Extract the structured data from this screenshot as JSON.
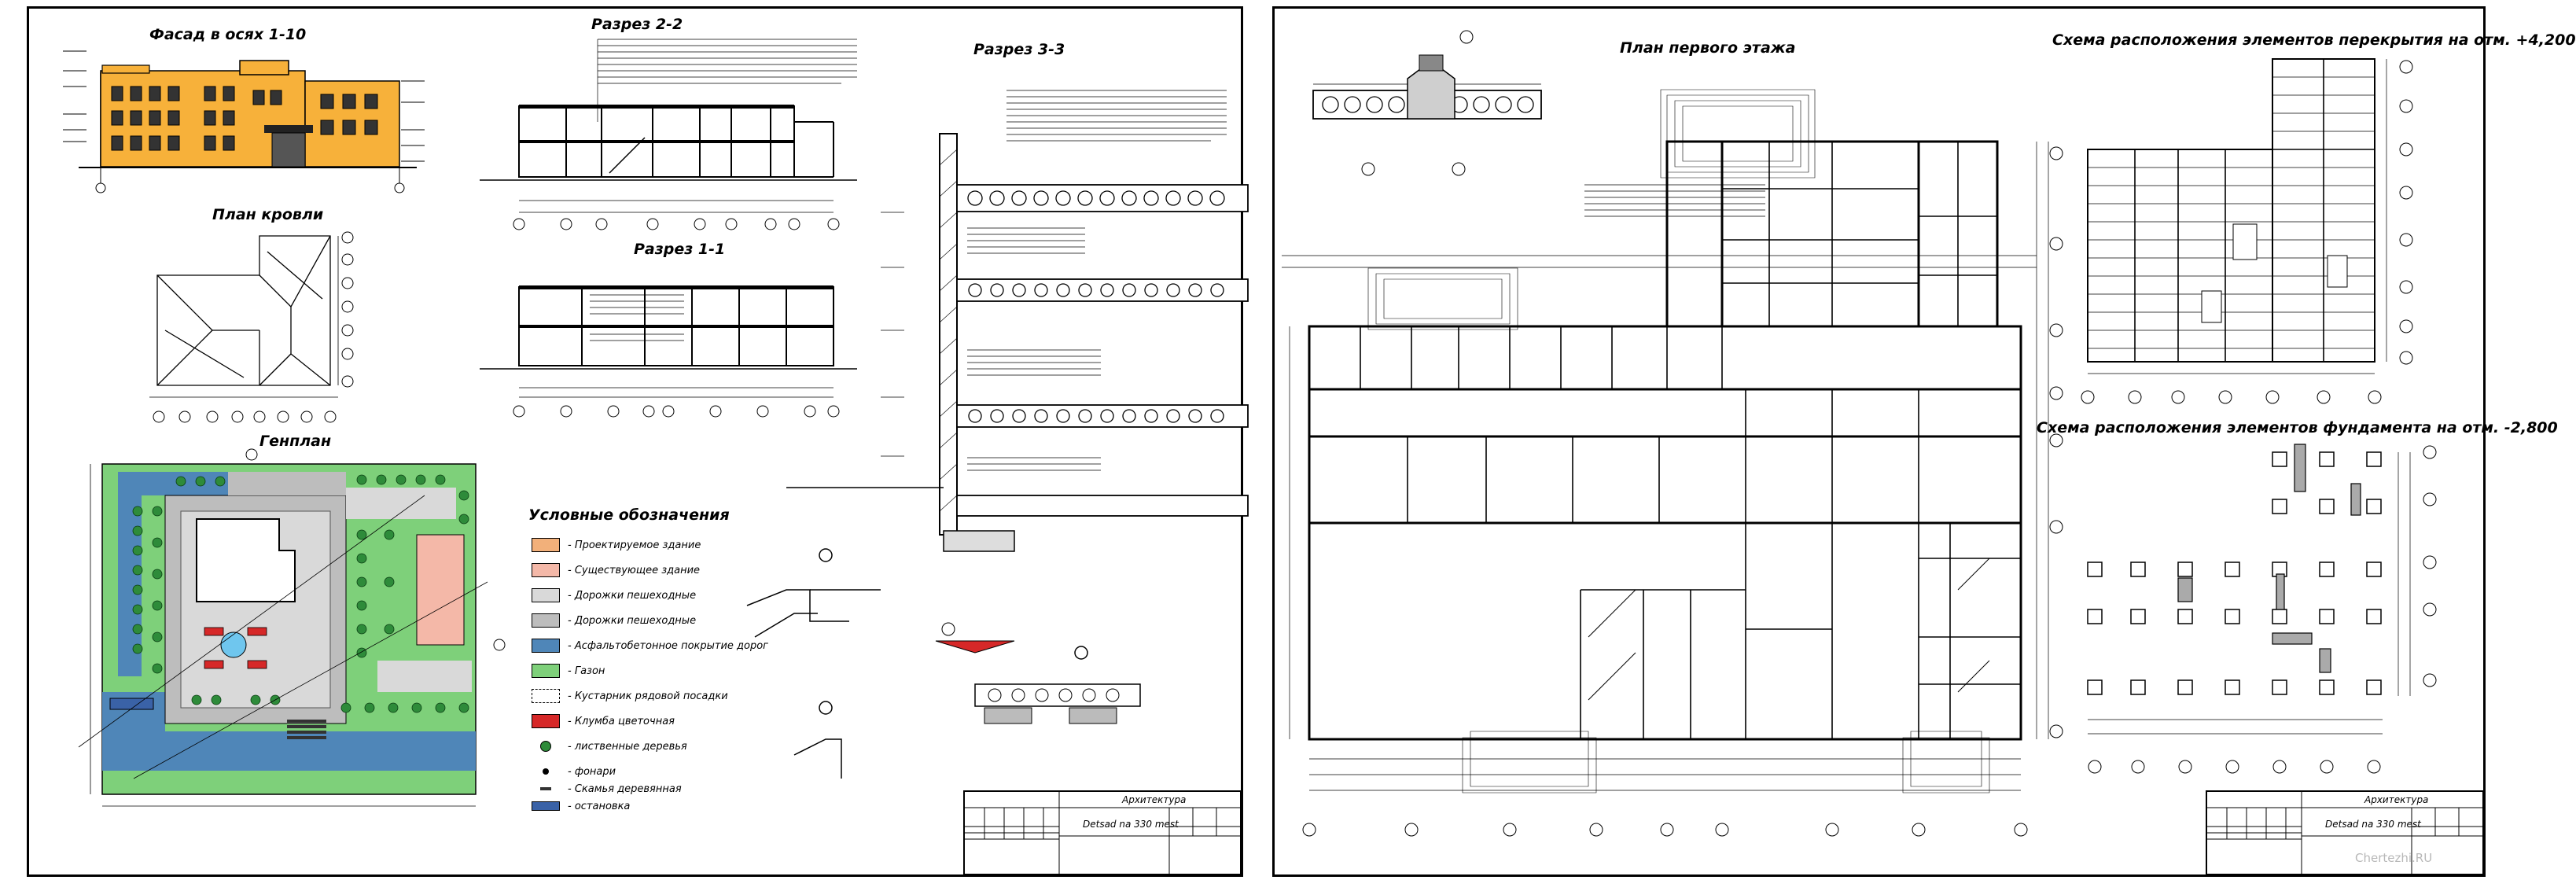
{
  "sheet1": {
    "facade_title": "Фасад в осях 1-10",
    "roof_title": "План кровли",
    "section22_title": "Разрез 2-2",
    "section11_title": "Разрез 1-1",
    "section33_title": "Разрез 3-3",
    "genplan_title": "Генплан",
    "legend_title": "Условные обозначения",
    "legend": [
      {
        "label": "- Проектируемое здание",
        "color": "#f2b07a"
      },
      {
        "label": "- Существующее здание",
        "color": "#f4b8a8"
      },
      {
        "label": "- Дорожки пешеходные",
        "color": "#d9d9d9"
      },
      {
        "label": "- Дорожки пешеходные",
        "color": "#bdbdbd"
      },
      {
        "label": "- Асфальтобетонное покрытие дорог",
        "color": "#4f86b8"
      },
      {
        "label": "- Газон",
        "color": "#7ed07a"
      },
      {
        "label": "- Кустарник рядовой посадки",
        "color": "#2e8b3a"
      },
      {
        "label": "- Клумба цветочная",
        "color": "#d62828"
      },
      {
        "label": "- лиственные деревья",
        "color": "#2e8b3a"
      },
      {
        "label": "- фонари",
        "color": "#000000"
      },
      {
        "label": "- Скамья деревянная",
        "color": "#6b6b6b"
      },
      {
        "label": "- остановка",
        "color": "#3a62a7"
      }
    ],
    "stamp": {
      "org": "Архитектура",
      "project": "Detsad na 330 mest"
    }
  },
  "sheet2": {
    "plan_title": "План первого этажа",
    "slab_title": "Схема расположения элементов перекрытия на отм. +4,200",
    "foundation_title": "Схема расположения элементов фундамента на отм. -2,800",
    "stamp": {
      "org": "Архитектура",
      "project": "Detsad na 330 mest"
    }
  },
  "watermark": "Chertezhi.RU"
}
